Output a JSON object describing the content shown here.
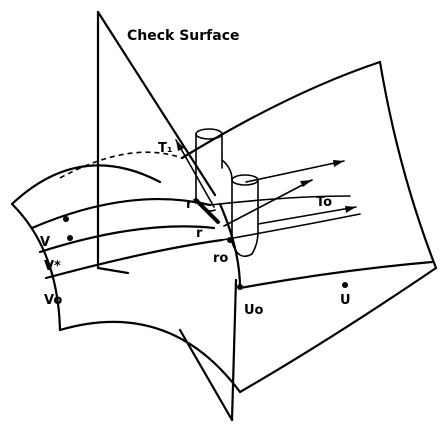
{
  "labels": {
    "check_surface": "Check Surface",
    "t1": "T₁",
    "to": "To",
    "r_star": "r*",
    "r": "r",
    "ro": "ro",
    "v": "V",
    "v_star": "V*",
    "vo": "Vo",
    "uo": "Uo",
    "u": "U"
  },
  "colors": {
    "ink": "#000000",
    "paper": "#ffffff"
  }
}
